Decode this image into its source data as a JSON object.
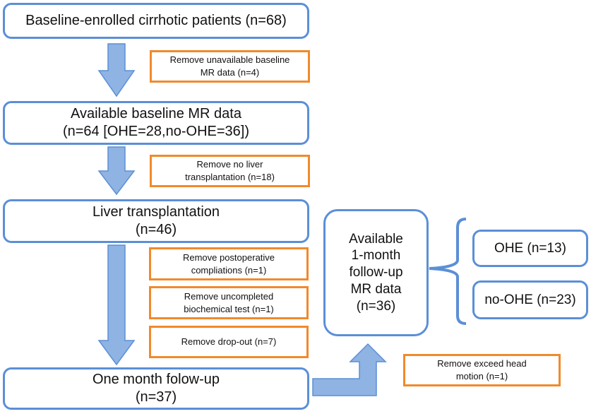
{
  "boxes": {
    "baseline": {
      "line1": "Baseline-enrolled cirrhotic patients (n=68)"
    },
    "available_mr": {
      "line1": "Available baseline MR data",
      "line2": "(n=64 [OHE=28,no-OHE=36])"
    },
    "liver_tx": {
      "line1": "Liver transplantation",
      "line2": "(n=46)"
    },
    "one_month": {
      "line1": "One month folow-up",
      "line2": "(n=37)"
    },
    "followup_mr": {
      "line1": "Available",
      "line2": "1-month",
      "line3": "follow-up",
      "line4": "MR data",
      "line5": "(n=36)"
    },
    "ohe": {
      "line1": "OHE (n=13)"
    },
    "no_ohe": {
      "line1": "no-OHE (n=23)"
    }
  },
  "exclusions": {
    "unavailable_mr": {
      "line1": "Remove unavailable baseline",
      "line2": "MR data (n=4)"
    },
    "no_transplant": {
      "line1": "Remove no liver",
      "line2": "transplantation (n=18)"
    },
    "postop": {
      "line1": "Remove postoperative",
      "line2": "compliations (n=1)"
    },
    "biochem": {
      "line1": "Remove uncompleted",
      "line2": "biochemical test (n=1)"
    },
    "dropout": {
      "line1": "Remove drop-out (n=7)"
    },
    "head_motion": {
      "line1": "Remove exceed head",
      "line2": "motion (n=1)"
    }
  },
  "colors": {
    "box_border": "#5b8fd6",
    "exclusion_border": "#f08a2c",
    "arrow_fill": "#8fb3e3",
    "arrow_stroke": "#5b8fd6"
  }
}
